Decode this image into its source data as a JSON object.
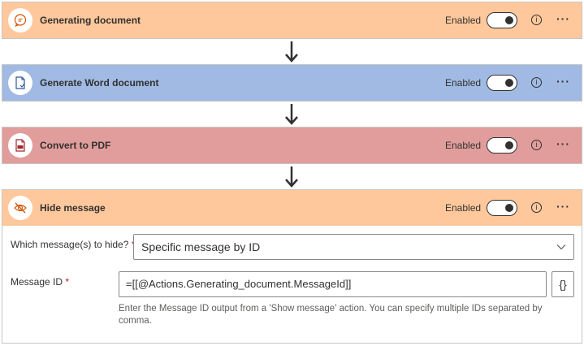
{
  "steps": [
    {
      "title": "Generating document",
      "status": "Enabled",
      "color": "#ffc89c",
      "icon": "chat-bubble-icon",
      "more": "···"
    },
    {
      "title": "Generate Word document",
      "status": "Enabled",
      "color": "#a0bae3",
      "icon": "word-document-icon",
      "more": "···"
    },
    {
      "title": "Convert to PDF",
      "status": "Enabled",
      "color": "#e19d9b",
      "icon": "pdf-file-icon",
      "more": "···"
    },
    {
      "title": "Hide message",
      "status": "Enabled",
      "color": "#ffc89c",
      "icon": "hidden-eye-icon",
      "more": "···"
    }
  ],
  "hide_message": {
    "which_label": "Which message(s) to hide?",
    "which_required": "*",
    "which_value": "Specific message by ID",
    "id_label": "Message ID",
    "id_required": "*",
    "id_value": "=[[@Actions.Generating_document.MessageId]]",
    "expression_button": "{}",
    "hint": "Enter the Message ID output from a 'Show message' action. You can specify multiple IDs separated by comma."
  },
  "info_glyph": "i"
}
